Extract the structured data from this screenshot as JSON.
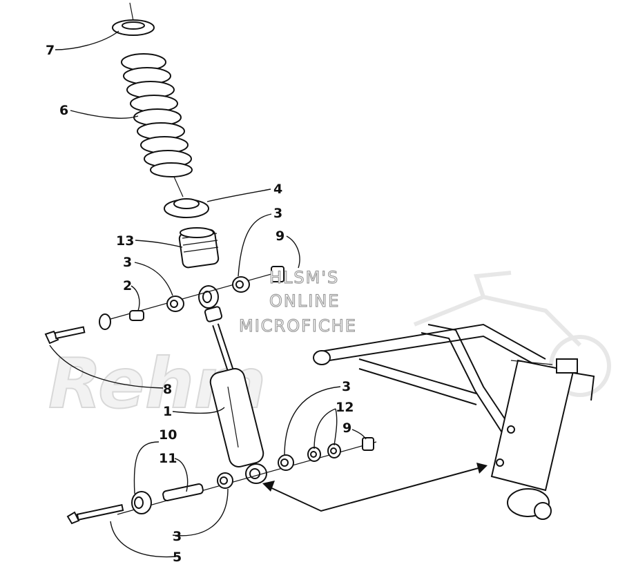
{
  "callouts": [
    {
      "id": "c7",
      "label": "7"
    },
    {
      "id": "c6",
      "label": "6"
    },
    {
      "id": "c4",
      "label": "4"
    },
    {
      "id": "c3a",
      "label": "3"
    },
    {
      "id": "c9a",
      "label": "9"
    },
    {
      "id": "c13",
      "label": "13"
    },
    {
      "id": "c3b",
      "label": "3"
    },
    {
      "id": "c2",
      "label": "2"
    },
    {
      "id": "c8",
      "label": "8"
    },
    {
      "id": "c1",
      "label": "1"
    },
    {
      "id": "c3c",
      "label": "3"
    },
    {
      "id": "c12",
      "label": "12"
    },
    {
      "id": "c9b",
      "label": "9"
    },
    {
      "id": "c10",
      "label": "10"
    },
    {
      "id": "c11",
      "label": "11"
    },
    {
      "id": "c3d",
      "label": "3"
    },
    {
      "id": "c5",
      "label": "5"
    }
  ],
  "watermark": {
    "line1": "HLSM'S",
    "line2": "ONLINE",
    "line3": "MICROFICHE",
    "brand": "Rehm"
  },
  "colors": {
    "ink": "#111111",
    "watermark": "#9a9a9a",
    "background": "#ffffff"
  }
}
